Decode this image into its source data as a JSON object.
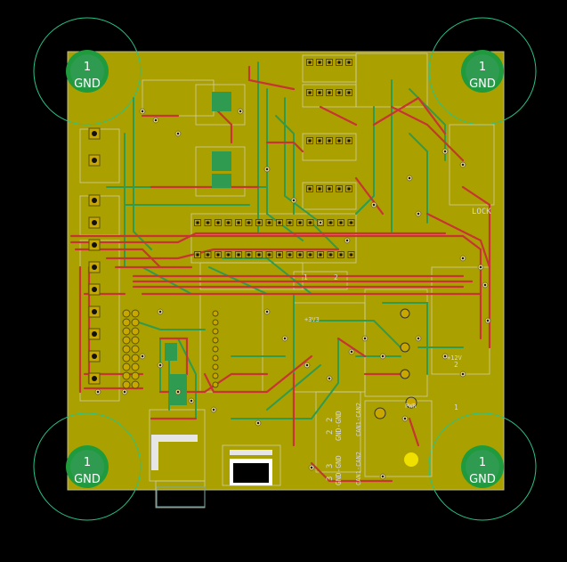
{
  "mount_holes": {
    "pin": "1",
    "net": "GND"
  },
  "silk_labels": {
    "lock": "LOCK",
    "v3": "+3V3",
    "v12": "+12V",
    "pwr": "PWR",
    "j1_pins": [
      "2",
      "2"
    ],
    "j1_name": "GND-GND",
    "j1_sig": "CAN1-CAN2",
    "j2_pins": [
      "3",
      "3"
    ],
    "j2_name": "GND-GND",
    "j2_sig": "CAN1-CAN2",
    "hdr_1": "1",
    "hdr_2": "2",
    "reg_2": "2",
    "reg_1": "1"
  },
  "colors": {
    "background": "#000000",
    "board": "#aaa000",
    "front_copper": "#c83434",
    "back_copper": "#2e9b50",
    "silkscreen": "#e6e6e6",
    "pad": "#c8a800",
    "courtyard": "#26c486",
    "mount_ring": "#1f9b3d",
    "edge": "#bdbd9a"
  }
}
